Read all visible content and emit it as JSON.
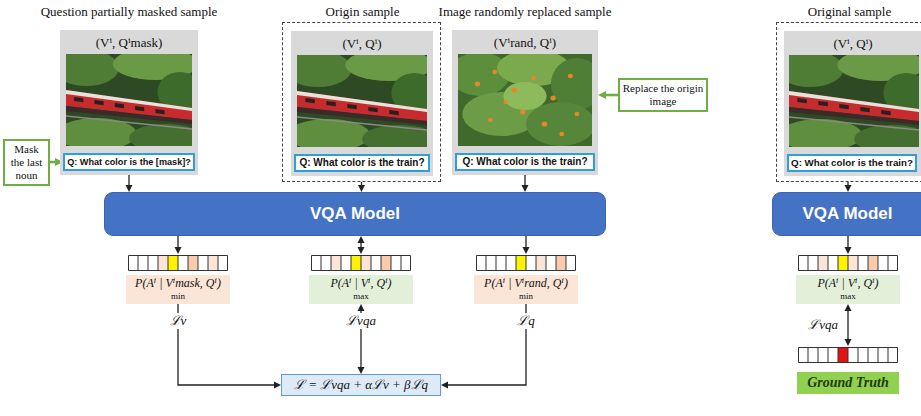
{
  "diagram": {
    "nodes": [
      {
        "text": [
          "Question partially masked sample",
          "(Vⁱ, Qⁱmask)"
        ]
      },
      {
        "text": [
          "Q: What color is the [mask]?"
        ],
        "in": 0
      },
      {
        "text": [
          "Origin sample"
        ]
      },
      {
        "text": [
          "(Vⁱ, Qⁱ)"
        ],
        "in": 2
      },
      {
        "text": [
          "Q: What color is the train?"
        ],
        "in": 3
      },
      {
        "text": [
          "Image randomly replaced sample",
          "(Vⁱrand, Qⁱ)"
        ]
      },
      {
        "text": [
          "Q: What color is the train?"
        ],
        "in": 5
      },
      {
        "text": [
          "Mask the last noun"
        ]
      },
      {
        "text": [
          "Replace the origin image"
        ]
      },
      {
        "text": [
          "VQA Model"
        ]
      },
      {
        "text": [
          "P(Aⁱ | Vⁱmask, Qⁱ)",
          "min"
        ]
      },
      {
        "text": [
          "P(Aⁱ | Vⁱ, Qⁱ)",
          "max"
        ]
      },
      {
        "text": [
          "P(Aⁱ | Vⁱrand, Qⁱ)",
          "min"
        ]
      },
      {
        "text": [
          "ℒ = ℒvqa + αℒv + βℒq"
        ]
      },
      {
        "text": [
          "Original sample"
        ]
      },
      {
        "text": [
          "(Vⁱ, Qⁱ)"
        ],
        "in": 14
      },
      {
        "text": [
          "Q: What color is the train?"
        ],
        "in": 15
      },
      {
        "text": [
          "VQA Model"
        ]
      },
      {
        "text": [
          "P(Aⁱ | Vⁱ, Qⁱ)",
          "max"
        ]
      },
      {
        "text": [
          "Ground Truth"
        ]
      }
    ],
    "edges": [
      {
        "from": 7,
        "to": 1,
        "arrow": "to"
      },
      {
        "from": 8,
        "to": 5,
        "arrow": "to"
      },
      {
        "from": 0,
        "to": 9,
        "arrow": "to"
      },
      {
        "from": 2,
        "to": 9,
        "arrow": "to"
      },
      {
        "from": 5,
        "to": 9,
        "arrow": "to"
      },
      {
        "from": 9,
        "to": 10,
        "arrow": "to"
      },
      {
        "from": 9,
        "to": 11,
        "arrow": "both"
      },
      {
        "from": 9,
        "to": 12,
        "arrow": "to"
      },
      {
        "from": 10,
        "to": 13,
        "arrow": "to",
        "label": "ℒv"
      },
      {
        "from": 11,
        "to": 13,
        "arrow": "both",
        "label": "ℒvqa"
      },
      {
        "from": 12,
        "to": 13,
        "arrow": "to",
        "label": "ℒq"
      },
      {
        "from": 14,
        "to": 17,
        "arrow": "to"
      },
      {
        "from": 17,
        "to": 18,
        "arrow": "to"
      },
      {
        "from": 18,
        "to": 19,
        "arrow": "both",
        "label": "ℒvqa"
      }
    ]
  }
}
